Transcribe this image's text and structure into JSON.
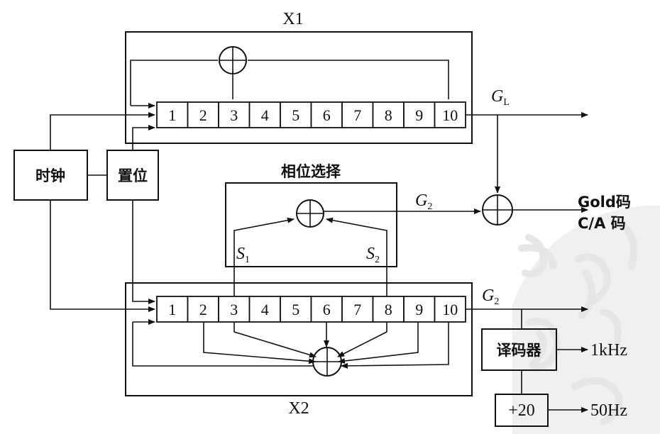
{
  "labels": {
    "x1": "X1",
    "x2": "X2",
    "clock": "时钟",
    "reset": "置位",
    "phase_select": "相位选择",
    "gl_main": "G",
    "gl_sub": "L",
    "g2_top_main": "G",
    "g2_top_sub": "2",
    "g2_bot_main": "G",
    "g2_bot_sub": "2",
    "s1_main": "S",
    "s1_sub": "1",
    "s2_main": "S",
    "s2_sub": "2",
    "gold_code": "Gold码",
    "ca_code": "C/A 码",
    "decoder": "译码器",
    "khz": "1kHz",
    "div20": "+20",
    "hz50": "50Hz"
  },
  "register_x1": [
    "1",
    "2",
    "3",
    "4",
    "5",
    "6",
    "7",
    "8",
    "9",
    "10"
  ],
  "register_x2": [
    "1",
    "2",
    "3",
    "4",
    "5",
    "6",
    "7",
    "8",
    "9",
    "10"
  ]
}
